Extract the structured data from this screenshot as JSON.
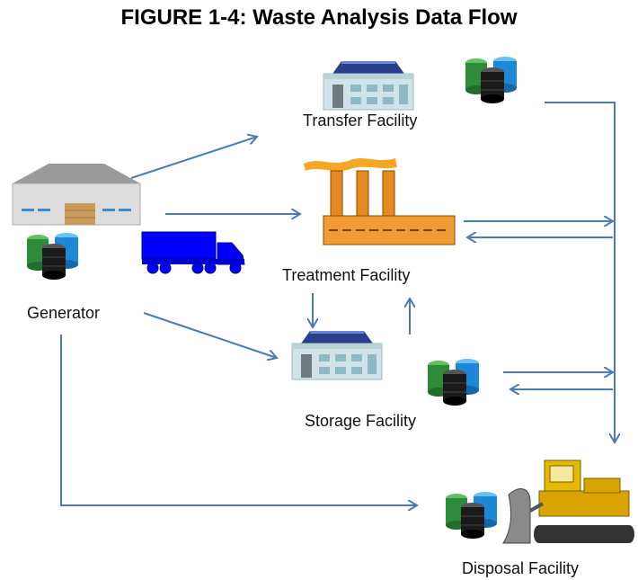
{
  "title": "FIGURE 1-4: Waste Analysis Data Flow",
  "nodes": {
    "generator": {
      "label": "Generator"
    },
    "transfer": {
      "label": "Transfer Facility"
    },
    "treatment": {
      "label": "Treatment Facility"
    },
    "storage": {
      "label": "Storage Facility"
    },
    "disposal": {
      "label": "Disposal Facility"
    }
  },
  "icons": [
    "warehouse-icon",
    "drums-icon",
    "truck-icon",
    "office-building-icon",
    "factory-icon",
    "bulldozer-icon"
  ],
  "colors": {
    "arrow": "#4a7ab8",
    "truck": "#0000ff",
    "factory": "#f0922a",
    "drum_green": "#2e8b3a",
    "drum_blue": "#1e88d8",
    "drum_black": "#1a1a1a"
  }
}
